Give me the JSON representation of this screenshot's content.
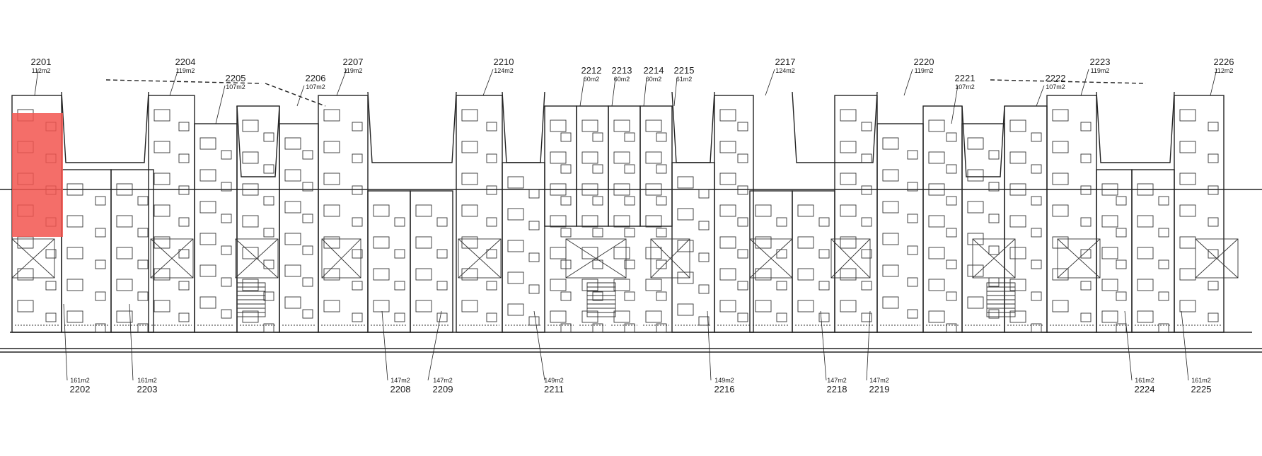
{
  "highlight_color": "#f2554f",
  "highlighted_unit": "2201",
  "top_units": [
    {
      "number": "2201",
      "area": "112m2"
    },
    {
      "number": "2204",
      "area": "119m2"
    },
    {
      "number": "2205",
      "area": "107m2"
    },
    {
      "number": "2206",
      "area": "107m2"
    },
    {
      "number": "2207",
      "area": "119m2"
    },
    {
      "number": "2210",
      "area": "124m2"
    },
    {
      "number": "2212",
      "area": "60m2"
    },
    {
      "number": "2213",
      "area": "60m2"
    },
    {
      "number": "2214",
      "area": "60m2"
    },
    {
      "number": "2215",
      "area": "61m2"
    },
    {
      "number": "2217",
      "area": "124m2"
    },
    {
      "number": "2220",
      "area": "119m2"
    },
    {
      "number": "2221",
      "area": "107m2"
    },
    {
      "number": "2222",
      "area": "107m2"
    },
    {
      "number": "2223",
      "area": "119m2"
    },
    {
      "number": "2226",
      "area": "112m2"
    }
  ],
  "bottom_units": [
    {
      "number": "2202",
      "area": "161m2"
    },
    {
      "number": "2203",
      "area": "161m2"
    },
    {
      "number": "2208",
      "area": "147m2"
    },
    {
      "number": "2209",
      "area": "147m2"
    },
    {
      "number": "2211",
      "area": "149m2"
    },
    {
      "number": "2216",
      "area": "149m2"
    },
    {
      "number": "2218",
      "area": "147m2"
    },
    {
      "number": "2219",
      "area": "147m2"
    },
    {
      "number": "2224",
      "area": "161m2"
    },
    {
      "number": "2225",
      "area": "161m2"
    }
  ]
}
